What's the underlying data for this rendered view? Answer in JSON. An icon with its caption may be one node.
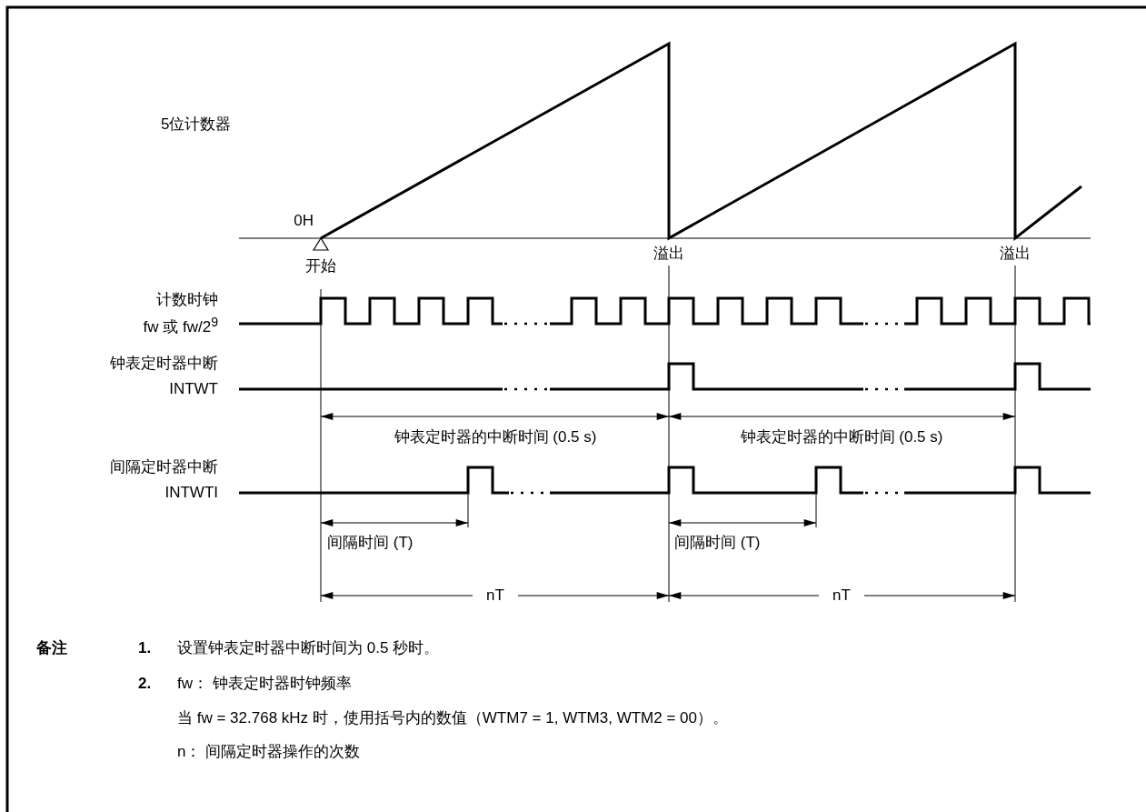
{
  "diagram": {
    "labels": [
      "5位计数器",
      "0H",
      "开始",
      "溢出",
      "溢出",
      "计数时钟",
      "fw 或 fw/2$^{9}$",
      "钟表定时器中断",
      "INTWT",
      "钟表定时器的中断时间 (0.5 s)",
      "钟表定时器的中断时间 (0.5 s)",
      "间隔定时器中断",
      "INTWTI",
      "间隔时间 (T)",
      "间隔时间 (T)",
      "nT",
      "nT",
      "备注",
      "1.",
      "设置钟表定时器中断时间为 0.5 秒时。",
      "2.",
      "fw： 钟表定时器时钟频率",
      "当 fw = 32.768 kHz 时，使用括号内的数值（WTM7 = 1, WTM3, WTM2 = 00）。",
      "n： 间隔定时器操作的次数"
    ]
  }
}
